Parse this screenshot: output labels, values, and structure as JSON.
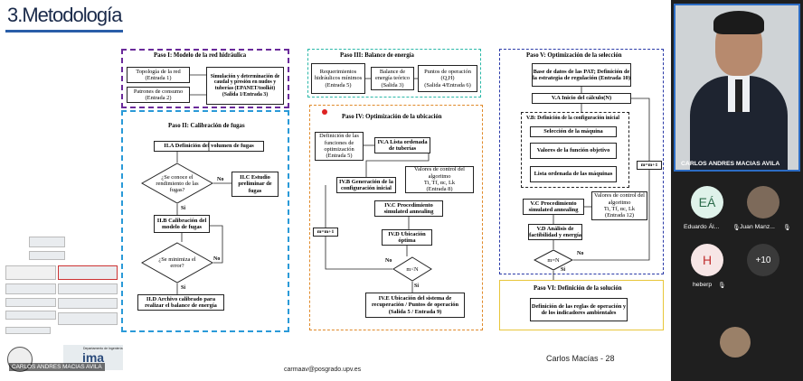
{
  "slide": {
    "title": "3.Metodología",
    "email": "carmaav@posgrado.upv.es",
    "author_page": "Carlos Macías - 28",
    "dept_label": "Departamento de Ingeniería",
    "thumb_caption": "CARLOS ANDRES MACIAS AVILA"
  },
  "diagram": {
    "p1": {
      "title": "Paso I: Modelo de la red hidráulica",
      "topo": "Topología de la red\n(Entrada 1)",
      "patrones": "Patrones de consumo\n(Entrada 2)",
      "sim": "Simulación y determinación de caudal y presión en nudos y tuberías (EPANET/toolkit)\n(Salida 1/Entrada 3)"
    },
    "p2": {
      "title": "Paso II: Calibración de fugas",
      "a": "II.A Definición del volumen de fugas",
      "q1": "¿Se conoce el rendimiento de las fugas?",
      "c": "II.C Estudio preliminar de fugas",
      "b": "II.B Calibración del modelo de fugas",
      "q2": "¿Se minimiza el error?",
      "d": "II.D Archivo calibrado para realizar el balance de energía",
      "no": "No",
      "si": "Si"
    },
    "p3": {
      "title": "Paso III: Balance de energía",
      "req": "Requerimientos hidráulicos mínimos\n(Entrada 5)",
      "bal": "Balance de energía teórico\n(Salida 3)",
      "pts": "Puntos de operación (Q,H)\n(Salida 4/Entrada 6)"
    },
    "p4": {
      "title": "Paso IV: Optimización de la ubicación",
      "def": "Definición de las funciones de optimización\n(Entrada 5)",
      "a": "IV.A Lista ordenada de tuberías",
      "ctrl": "Valores de control del algoritmo\nTi, Tf, αc, Lk\n(Entrada 8)",
      "b": "IV.B Generación de la configuración inicial",
      "c": "IV.C Procedimiento simulated annealing",
      "d": "IV.D Ubicación óptima",
      "mm": "m=m+1",
      "cond": "m<N",
      "e": "IV.E Ubicación del sistema de recuperación / Puntos de operación\n(Salida 5 / Entrada 9)",
      "no": "No",
      "si": "Si"
    },
    "p5": {
      "title": "Paso V: Optimización de la selección",
      "db": "Base de datos de las PAT; Definición de la estrategia de regulación (Entrada 10)",
      "a": "V.A Inicio del cálculo(N)",
      "b": "V.B: Definición de la configuración inicial",
      "sel": "Selección de la máquina",
      "fun": "Valores de la función objetivo",
      "lista": "Lista ordenada de las máquinas",
      "c": "V.C Procedimiento simulated annealing",
      "ctrl": "Valores de control del algoritmo\nTi, Tf, αc, Lk\n(Entrada 12)",
      "d": "V.D Análisis de factibilidad y energía",
      "cond": "m=N",
      "mm": "m=m+1",
      "no": "No",
      "si": "Si"
    },
    "p6": {
      "title": "Paso VI: Definición de la solución",
      "def": "Definición de las reglas de operación y de los indicadores ambientales"
    }
  },
  "meeting": {
    "speaker": "CARLOS ANDRES MACIAS AVILA",
    "participants": [
      {
        "initials": "EÁ",
        "name": "Eduardo Ál...",
        "color": "#dff2ea"
      },
      {
        "initials": "",
        "name": "Juan Manz...",
        "color": "#7d6a5a"
      },
      {
        "initials": "H",
        "name": "heberp",
        "color": "#f7e6e6"
      },
      {
        "initials": "+10",
        "name": "",
        "color": "#3a3a3a"
      }
    ]
  }
}
